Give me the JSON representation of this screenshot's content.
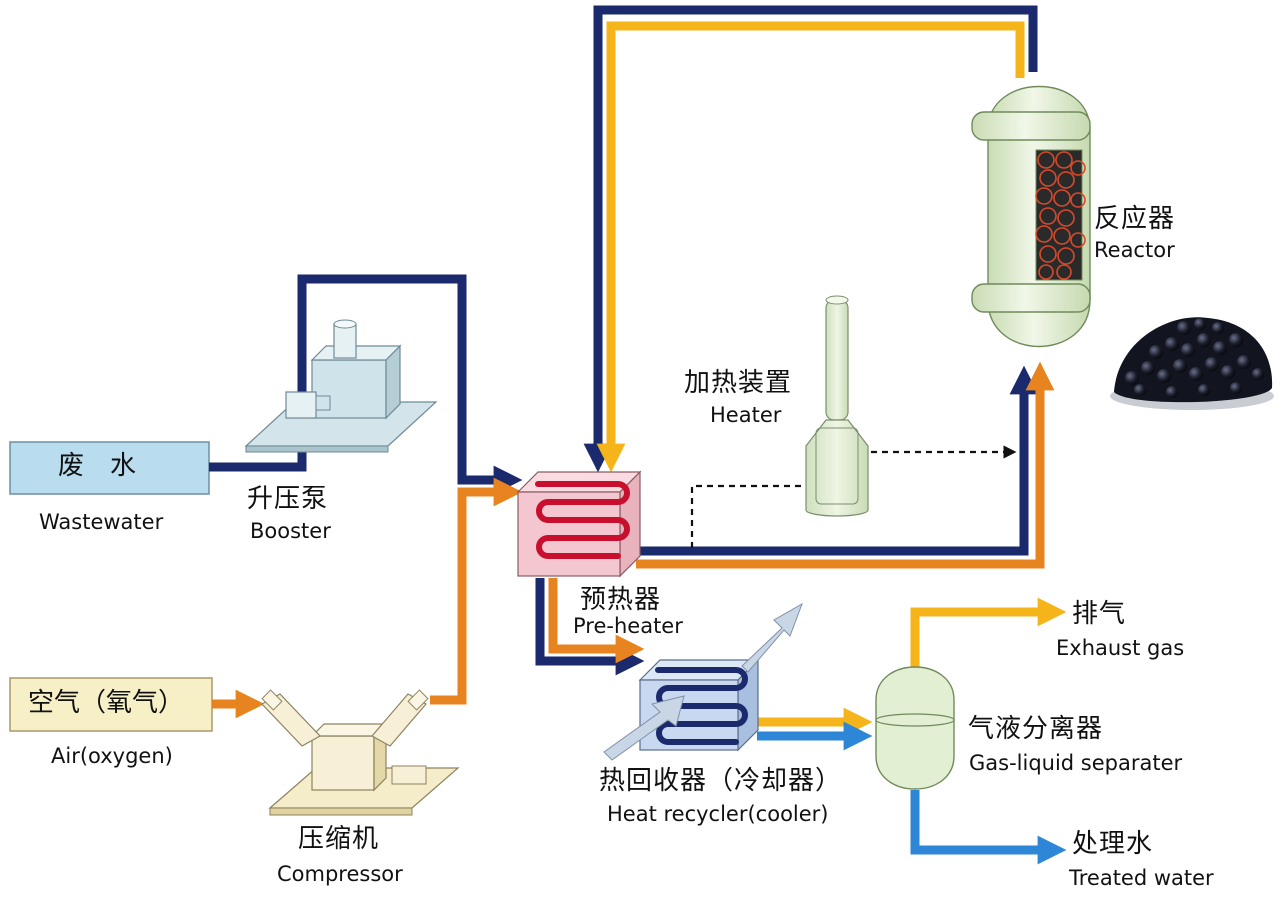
{
  "colors": {
    "water_line": "#1a2a6c",
    "gas_line": "#e8841f",
    "hot_line": "#f6b41b",
    "liquid_line": "#2e86d6",
    "wastewater_box": "#b9dcef",
    "air_box": "#f7efc6",
    "preheater_fill": "#f4c6cf",
    "preheater_coil": "#c8102e",
    "cooler_fill": "#c7d8f0",
    "cooler_coil": "#1a2a6c",
    "equipment_fill": "#d3e5ea",
    "compressor_fill": "#f5ecc9",
    "reactor_fill": "#e3efd2",
    "heater_fill": "#dceacf"
  },
  "labels": {
    "wastewater_zh": "废　水",
    "wastewater_en": "Wastewater",
    "booster_zh": "升压泵",
    "booster_en": "Booster",
    "air_zh": "空气（氧气）",
    "air_en": "Air(oxygen)",
    "compressor_zh": "压缩机",
    "compressor_en": "Compressor",
    "preheater_zh": "预热器",
    "preheater_en": "Pre-heater",
    "heater_zh": "加热装置",
    "heater_en": "Heater",
    "reactor_zh": "反应器",
    "reactor_en": "Reactor",
    "cooler_zh": "热回收器（冷却器）",
    "cooler_en": "Heat recycler(cooler)",
    "separator_zh": "气液分离器",
    "separator_en": "Gas-liquid separater",
    "exhaust_zh": "排气",
    "exhaust_en": "Exhaust gas",
    "treated_zh": "处理水",
    "treated_en": "Treated water"
  },
  "icons": [
    "booster-pump-icon",
    "compressor-icon",
    "preheater-icon",
    "heater-icon",
    "reactor-icon",
    "catalyst-pellets-icon",
    "cooler-icon",
    "separator-icon"
  ]
}
